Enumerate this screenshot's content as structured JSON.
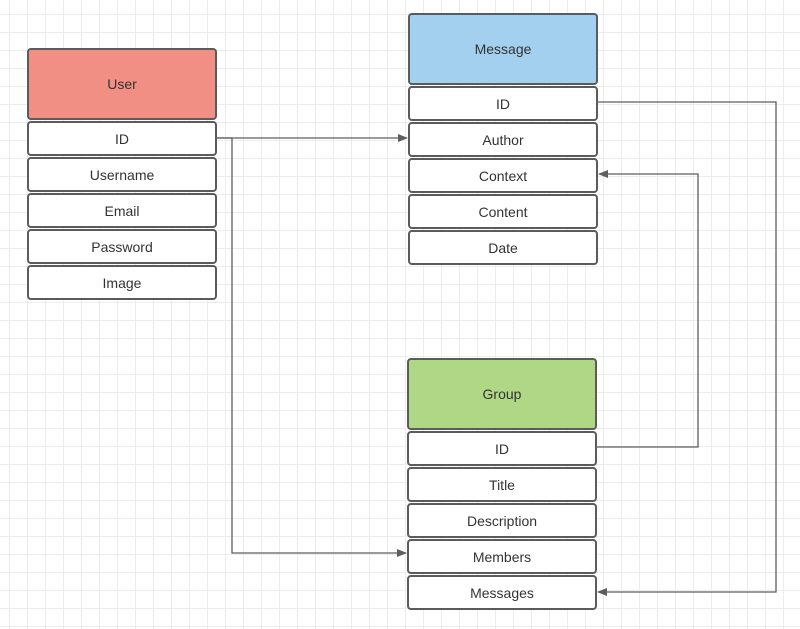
{
  "colors": {
    "user_header": "#f28f84",
    "message_header": "#a3d0ef",
    "group_header": "#b0d786",
    "border": "#5b5b5b",
    "connector": "#5e5e5e"
  },
  "entities": {
    "user": {
      "title": "User",
      "fields": [
        "ID",
        "Username",
        "Email",
        "Password",
        "Image"
      ]
    },
    "message": {
      "title": "Message",
      "fields": [
        "ID",
        "Author",
        "Context",
        "Content",
        "Date"
      ]
    },
    "group": {
      "title": "Group",
      "fields": [
        "ID",
        "Title",
        "Description",
        "Members",
        "Messages"
      ]
    }
  },
  "connections": [
    {
      "from": "User.ID",
      "to": "Message.Author"
    },
    {
      "from": "User.ID",
      "to": "Group.Members"
    },
    {
      "from": "Group.ID",
      "to": "Message.Context"
    },
    {
      "from": "Message.ID",
      "to": "Group.Messages"
    }
  ]
}
